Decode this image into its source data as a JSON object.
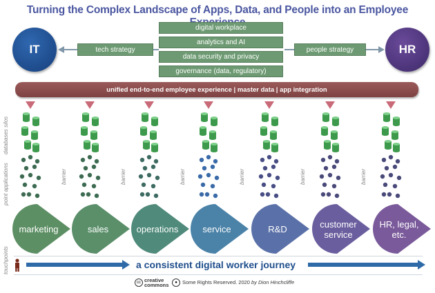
{
  "title": "Turning the Complex Landscape of Apps, Data, and People into an Employee Experience",
  "left_circle": "IT",
  "right_circle": "HR",
  "left_strategy": "tech strategy",
  "right_strategy": "people strategy",
  "center_boxes": [
    "digital workplace",
    "analytics and AI",
    "data security and privacy",
    "governance (data, regulatory)"
  ],
  "unified_bar": "unified end-to-end employee experience | master data | app integration",
  "side_labels": {
    "databases": "databases silos",
    "apps": "point applications",
    "touchpoints": "touchpoints"
  },
  "barrier_label": "barrier",
  "departments": [
    {
      "label": "marketing",
      "color": "#5d8f64"
    },
    {
      "label": "sales",
      "color": "#5a8f6a"
    },
    {
      "label": "operations",
      "color": "#4f8a7a"
    },
    {
      "label": "service",
      "color": "#4a82a8"
    },
    {
      "label": "R&D",
      "color": "#5a70a8"
    },
    {
      "label": "customer service",
      "color": "#6a5e9e"
    },
    {
      "label": "HR, legal, etc.",
      "color": "#7a5a9a"
    }
  ],
  "app_colors": [
    "#3d6b52",
    "#3d6b52",
    "#3d6b62",
    "#3a6aa8",
    "#484e84",
    "#4a4a7a",
    "#4a4a7a"
  ],
  "journey_label": "a consistent digital worker journey",
  "footer": {
    "cc_text": "creative commons",
    "rights": "Some Rights Reserved. 2020",
    "author": "by Dion Hinchcliffe"
  },
  "icons": [
    "database-icon",
    "app-dot-icon",
    "person-icon",
    "cc-logo-icon"
  ]
}
